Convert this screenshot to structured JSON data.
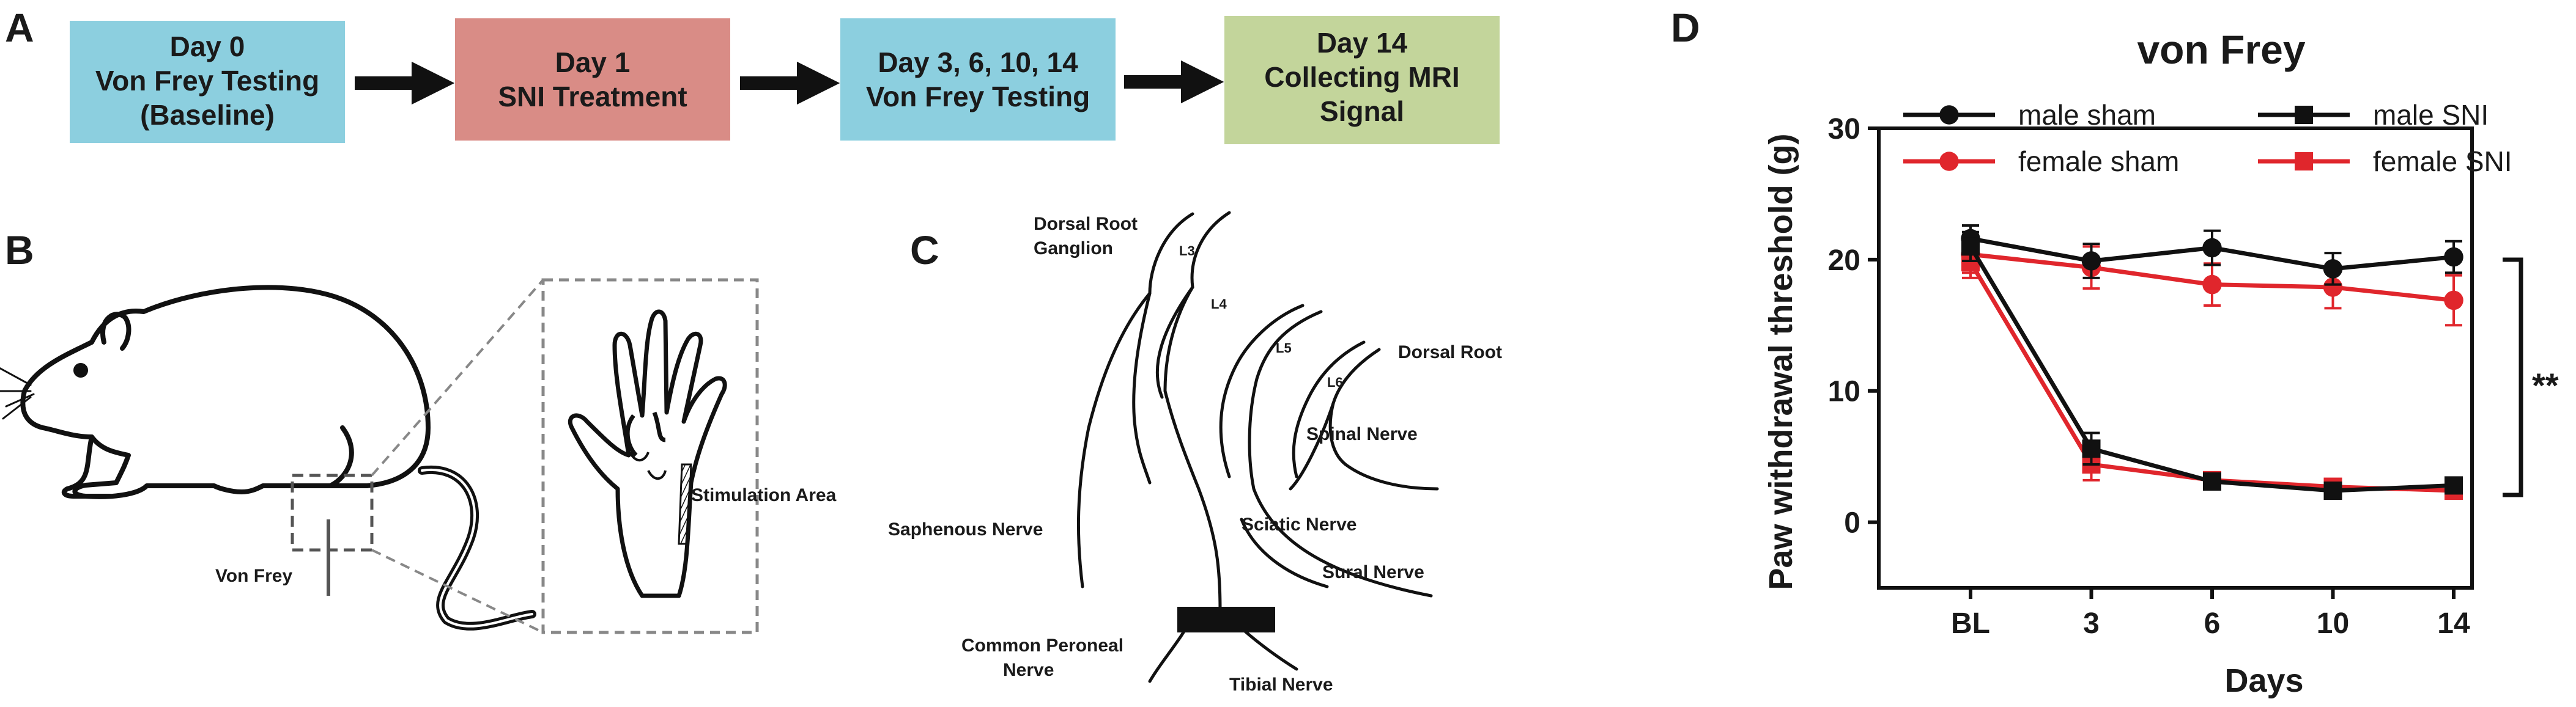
{
  "panels": {
    "a": {
      "letter": "A",
      "steps": [
        {
          "lines": [
            "Day 0",
            "Von Frey Testing",
            "(Baseline)"
          ],
          "color": "#8ccfdf"
        },
        {
          "lines": [
            "Day 1",
            "SNI Treatment"
          ],
          "color": "#d98c86"
        },
        {
          "lines": [
            "Day 3, 6, 10, 14",
            "Von Frey Testing"
          ],
          "color": "#8ccfdf"
        },
        {
          "lines": [
            "Day 14",
            "Collecting MRI",
            "Signal"
          ],
          "color": "#c3d59b"
        }
      ]
    },
    "b": {
      "letter": "B",
      "von_frey": "Von Frey",
      "stimulation_area": "Stimulation Area"
    },
    "c": {
      "letter": "C",
      "dorsal_root_ganglion": [
        "Dorsal Root",
        "Ganglion"
      ],
      "dorsal_root": "Dorsal Root",
      "spinal_nerve": "Spinal Nerve",
      "saphenous_nerve": "Saphenous Nerve",
      "sciatic_nerve": "Sciatic Nerve",
      "sural_nerve": "Sural Nerve",
      "common_peroneal_nerve": [
        "Common Peroneal",
        "Nerve"
      ],
      "tibial_nerve": "Tibial Nerve",
      "vertebrae": [
        "L3",
        "L4",
        "L5",
        "L6"
      ]
    },
    "d": {
      "letter": "D",
      "significance": "**"
    }
  },
  "chart_data": {
    "type": "line",
    "title": "von Frey",
    "xlabel": "Days",
    "ylabel": "Paw withdrawal threshold (g)",
    "categories": [
      "BL",
      "3",
      "6",
      "10",
      "14"
    ],
    "ylim": [
      -5,
      30
    ],
    "yticks": [
      0,
      10,
      20,
      30
    ],
    "grid": false,
    "legend_position": "top",
    "series": [
      {
        "name": "male sham",
        "color": "#111111",
        "marker": "circle",
        "values": [
          21.6,
          19.9,
          20.9,
          19.3,
          20.2
        ],
        "errors": [
          1.0,
          1.3,
          1.3,
          1.2,
          1.2
        ]
      },
      {
        "name": "male SNI",
        "color": "#111111",
        "marker": "square",
        "values": [
          21.0,
          5.6,
          3.1,
          2.4,
          2.8
        ],
        "errors": [
          1.1,
          1.2,
          0.5,
          0.5,
          0.5
        ]
      },
      {
        "name": "female sham",
        "color": "#e0262c",
        "marker": "circle",
        "values": [
          20.4,
          19.4,
          18.1,
          17.9,
          16.9
        ],
        "errors": [
          1.4,
          1.6,
          1.6,
          1.6,
          1.9
        ]
      },
      {
        "name": "female SNI",
        "color": "#e0262c",
        "marker": "square",
        "values": [
          19.8,
          4.4,
          3.2,
          2.7,
          2.4
        ],
        "errors": [
          1.2,
          1.2,
          0.5,
          0.4,
          0.4
        ]
      }
    ]
  }
}
